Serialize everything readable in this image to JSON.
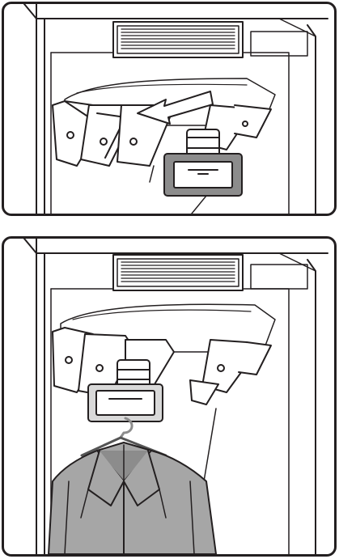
{
  "figure": {
    "panels": [
      {
        "id": "step-1",
        "icons": [
          "vent-grille",
          "hanger-rail",
          "hanger-holder",
          "pull-arrow-icon"
        ]
      },
      {
        "id": "step-2",
        "icons": [
          "vent-grille",
          "hanger-rail",
          "hanger-holder",
          "coat-hanger",
          "jacket"
        ]
      }
    ]
  },
  "colors": {
    "line": "#231f20",
    "fill_light": "#ffffff",
    "fill_grey": "#d9d9d9",
    "fill_dark": "#8c8c8c",
    "jacket": "#a6a6a6"
  }
}
